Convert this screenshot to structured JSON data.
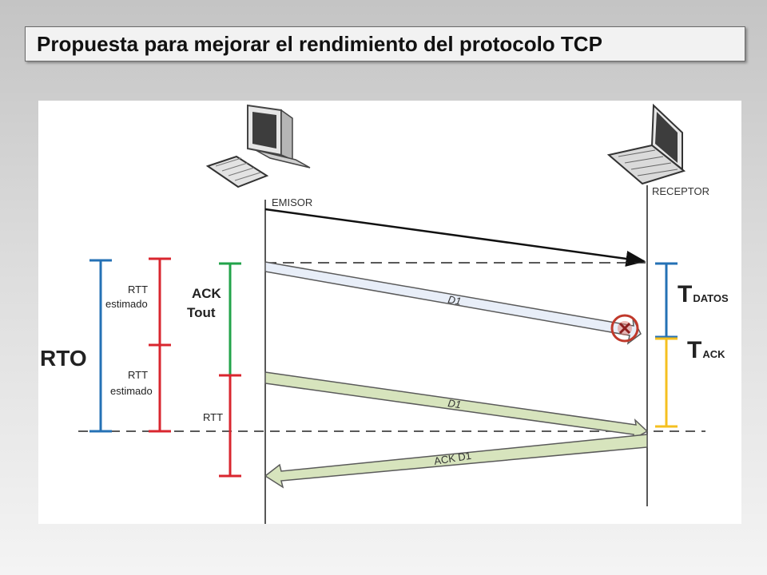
{
  "title": "Propuesta para mejorar el rendimiento del protocolo TCP",
  "nodes": {
    "sender": "EMISOR",
    "receiver": "RECEPTOR"
  },
  "messages": {
    "d1_first": "D1",
    "d1_second": "D1",
    "ack_d1": "ACK D1"
  },
  "left_labels": {
    "rto": "RTO",
    "rtt_estimated_1_line1": "RTT",
    "rtt_estimated_1_line2": "estimado",
    "rtt_estimated_2_line1": "RTT",
    "rtt_estimated_2_line2": "estimado",
    "ack_tout_line1": "ACK",
    "ack_tout_line2": "Tout",
    "rtt": "RTT"
  },
  "right_labels": {
    "t_datos_main": "T",
    "t_datos_sub": "DATOS",
    "t_ack_main": "T",
    "t_ack_sub": "ACK"
  },
  "colors": {
    "rto": "#2471b5",
    "rtt": "#d9262f",
    "ack_tout": "#22a34a",
    "t_datos": "#2471b5",
    "t_ack": "#f5c020",
    "lost_packet_fill": "#e8eef8",
    "delivered_packet_fill": "#d7e4bd",
    "lost_marker": "#c0392b"
  },
  "icons": {
    "sender": "desktop-computer-icon",
    "receiver": "laptop-icon",
    "lost": "x-circle-icon"
  }
}
